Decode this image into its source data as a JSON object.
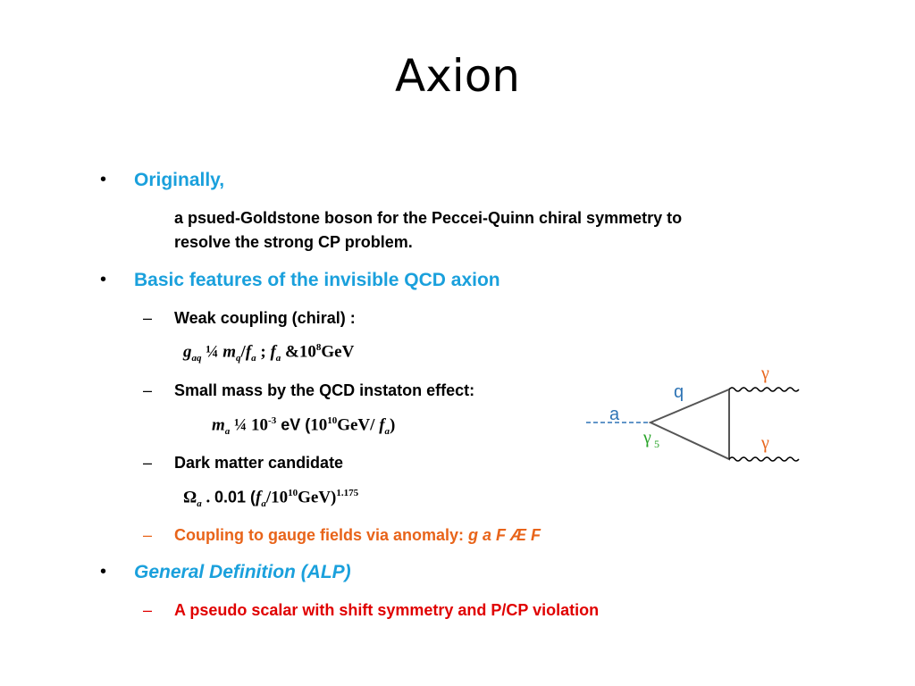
{
  "slide": {
    "title": "Axion",
    "items": {
      "originally_label": "Originally,",
      "originally_text_l1": "a psued-Goldstone boson for the Peccei-Quinn chiral symmetry to",
      "originally_text_l2": "resolve the strong CP problem.",
      "basic_features_label": "Basic features of  the invisible QCD axion",
      "weak_coupling": "Weak coupling (chiral) :",
      "eq1": {
        "g": "g",
        "g_sub": "aq",
        "approx": " ¼ ",
        "m": "m",
        "m_sub": "q",
        "slash": "/",
        "f": "f",
        "f_sub": "a",
        "sep": " ;  ",
        "f2": "f",
        "f2_sub": "a",
        "rel": " &",
        "value": "10",
        "value_sup": "8",
        "unit": "GeV"
      },
      "small_mass": "Small mass by the QCD instaton effect:",
      "eq2": {
        "m": "m",
        "m_sub": "a",
        "approx": " ¼ 10",
        "exp": "-3",
        "ev": " eV (",
        "ten": "10",
        "ten_sup": "10",
        "gev": "GeV/ ",
        "f": "f",
        "f_sub": "a",
        "close": ")"
      },
      "dark_matter": "Dark matter candidate",
      "eq3": {
        "omega": "Ω",
        "omega_sub": "a",
        "dot": " . ",
        "coef": "0.01 (",
        "f": "f",
        "f_sub": "a",
        "mid": "/10",
        "mid_sup": "10",
        "gev": "GeV)",
        "pow": "1.175"
      },
      "coupling_label": "Coupling to gauge fields via anomaly:  ",
      "coupling_expr": "g a F Æ F",
      "general_def": "General Definition (ALP)",
      "pseudo_scalar": "A pseudo scalar with shift symmetry and P/CP violation"
    },
    "diagram": {
      "label_a": "a",
      "label_q": "q",
      "label_gamma_top": "γ",
      "label_gamma_bottom": "γ",
      "label_gamma5": "γ",
      "label_gamma5_sub": "5"
    }
  },
  "colors": {
    "heading_blue": "#1aa0dc",
    "orange": "#e8641a",
    "red": "#e00000",
    "diagram_gray": "#555555",
    "diagram_green": "#27a327",
    "diagram_blue": "#2e74b5"
  }
}
